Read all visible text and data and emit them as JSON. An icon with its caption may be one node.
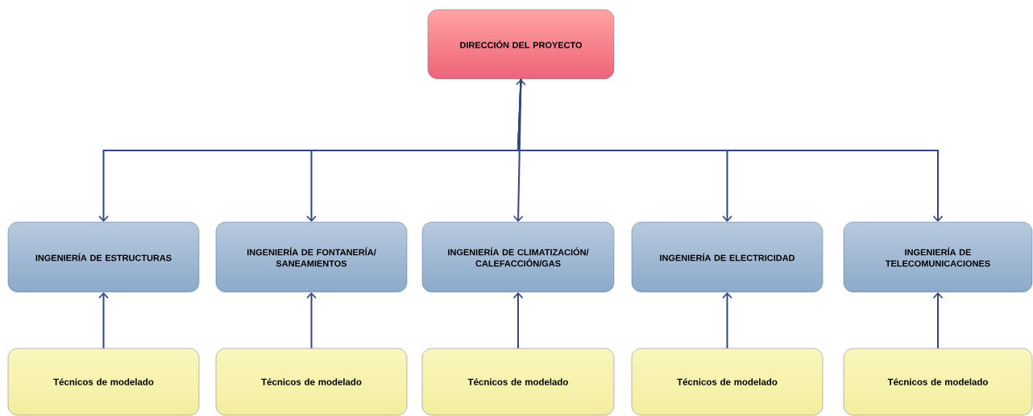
{
  "diagram": {
    "nodes": [
      {
        "text": [
          "DIRECCIÓN DEL PROYECTO"
        ]
      },
      {
        "text": [
          "INGENIERÍA DE ESTRUCTURAS"
        ]
      },
      {
        "text": [
          "INGENIERÍA DE FONTANERÍA/ SANEAMIENTOS"
        ]
      },
      {
        "text": [
          "INGENIERÍA DE CLIMATIZACIÓN/ CALEFACCIÓN/GAS"
        ]
      },
      {
        "text": [
          "INGENIERÍA DE ELECTRICIDAD"
        ]
      },
      {
        "text": [
          "INGENIERÍA DE TELECOMUNICACIONES"
        ]
      },
      {
        "text": [
          "Técnicos de modelado"
        ]
      },
      {
        "text": [
          "Técnicos de modelado"
        ]
      },
      {
        "text": [
          "Técnicos de modelado"
        ]
      },
      {
        "text": [
          "Técnicos de modelado"
        ]
      },
      {
        "text": [
          "Técnicos de modelado"
        ]
      }
    ],
    "edges": [
      {
        "from": 0,
        "to": 1,
        "arrow": "to"
      },
      {
        "from": 0,
        "to": 2,
        "arrow": "to"
      },
      {
        "from": 0,
        "to": 3,
        "arrow": "both"
      },
      {
        "from": 0,
        "to": 4,
        "arrow": "to"
      },
      {
        "from": 0,
        "to": 5,
        "arrow": "to"
      },
      {
        "from": 6,
        "to": 1,
        "arrow": "to"
      },
      {
        "from": 7,
        "to": 2,
        "arrow": "to"
      },
      {
        "from": 8,
        "to": 3,
        "arrow": "to"
      },
      {
        "from": 9,
        "to": 4,
        "arrow": "to"
      },
      {
        "from": 10,
        "to": 5,
        "arrow": "to"
      }
    ]
  }
}
